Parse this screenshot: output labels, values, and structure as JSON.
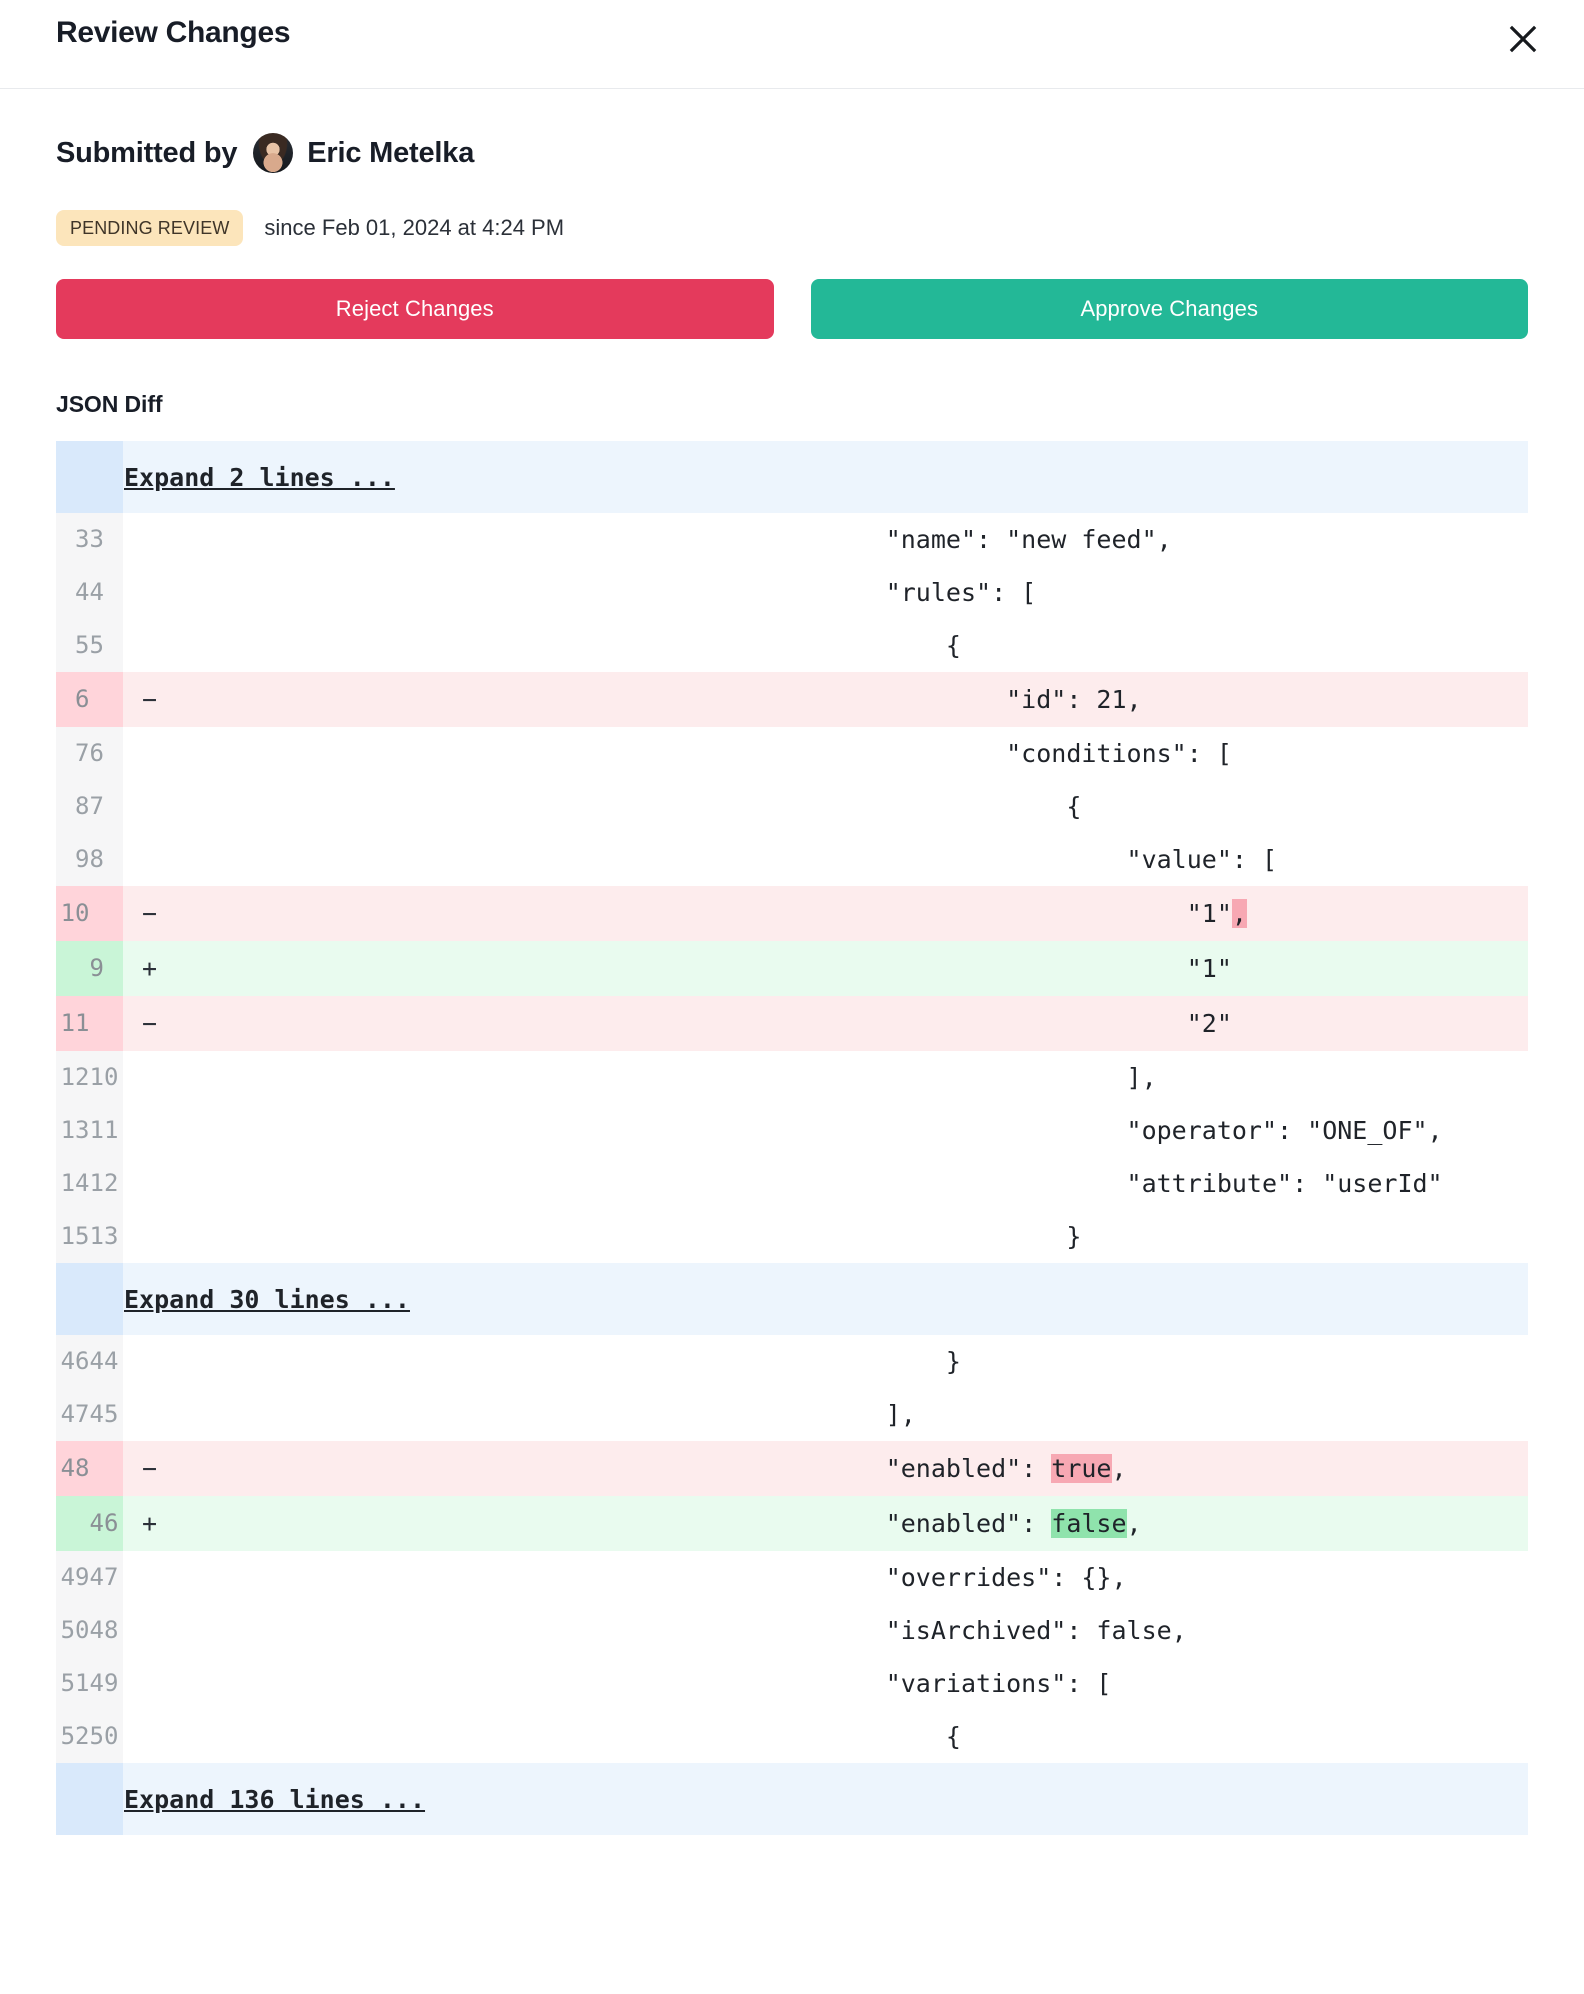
{
  "header": {
    "title": "Review Changes",
    "close_icon": "close-icon"
  },
  "submitted": {
    "label": "Submitted by",
    "name": "Eric Metelka"
  },
  "status": {
    "badge": "PENDING REVIEW",
    "since": "since Feb 01, 2024 at 4:24 PM",
    "badge_bg": "#fce5bb"
  },
  "actions": {
    "reject_label": "Reject Changes",
    "approve_label": "Approve Changes",
    "reject_color": "#e43a5c",
    "approve_color": "#23b897"
  },
  "diff_section": {
    "title": "JSON Diff"
  },
  "diff": {
    "rows": [
      {
        "type": "expand",
        "label": "Expand 2 lines ..."
      },
      {
        "type": "ctx",
        "old": "3",
        "new": "3",
        "marker": "",
        "code": "    \"name\": \"new feed\","
      },
      {
        "type": "ctx",
        "old": "4",
        "new": "4",
        "marker": "",
        "code": "    \"rules\": ["
      },
      {
        "type": "ctx",
        "old": "5",
        "new": "5",
        "marker": "",
        "code": "        {"
      },
      {
        "type": "del",
        "old": "6",
        "new": "",
        "marker": "−",
        "code": "            \"id\": 21,"
      },
      {
        "type": "ctx",
        "old": "7",
        "new": "6",
        "marker": "",
        "code": "            \"conditions\": ["
      },
      {
        "type": "ctx",
        "old": "8",
        "new": "7",
        "marker": "",
        "code": "                {"
      },
      {
        "type": "ctx",
        "old": "9",
        "new": "8",
        "marker": "",
        "code": "                    \"value\": ["
      },
      {
        "type": "del",
        "old": "10",
        "new": "",
        "marker": "−",
        "segments": [
          {
            "text": "                        \"1\"",
            "hl": ""
          },
          {
            "text": ",",
            "hl": "del"
          }
        ]
      },
      {
        "type": "add",
        "old": "",
        "new": "9",
        "marker": "+",
        "segments": [
          {
            "text": "                        \"1\"",
            "hl": ""
          }
        ]
      },
      {
        "type": "del",
        "old": "11",
        "new": "",
        "marker": "−",
        "segments": [
          {
            "text": "                        \"2\"",
            "hl": ""
          }
        ]
      },
      {
        "type": "ctx",
        "old": "12",
        "new": "10",
        "marker": "",
        "code": "                    ],"
      },
      {
        "type": "ctx",
        "old": "13",
        "new": "11",
        "marker": "",
        "code": "                    \"operator\": \"ONE_OF\","
      },
      {
        "type": "ctx",
        "old": "14",
        "new": "12",
        "marker": "",
        "code": "                    \"attribute\": \"userId\""
      },
      {
        "type": "ctx",
        "old": "15",
        "new": "13",
        "marker": "",
        "code": "                }"
      },
      {
        "type": "expand",
        "label": "Expand 30 lines ..."
      },
      {
        "type": "ctx",
        "old": "46",
        "new": "44",
        "marker": "",
        "code": "        }"
      },
      {
        "type": "ctx",
        "old": "47",
        "new": "45",
        "marker": "",
        "code": "    ],"
      },
      {
        "type": "del",
        "old": "48",
        "new": "",
        "marker": "−",
        "segments": [
          {
            "text": "    \"enabled\": ",
            "hl": ""
          },
          {
            "text": "true",
            "hl": "del"
          },
          {
            "text": ",",
            "hl": ""
          }
        ]
      },
      {
        "type": "add",
        "old": "",
        "new": "46",
        "marker": "+",
        "segments": [
          {
            "text": "    \"enabled\": ",
            "hl": ""
          },
          {
            "text": "false",
            "hl": "add"
          },
          {
            "text": ",",
            "hl": ""
          }
        ]
      },
      {
        "type": "ctx",
        "old": "49",
        "new": "47",
        "marker": "",
        "code": "    \"overrides\": {},"
      },
      {
        "type": "ctx",
        "old": "50",
        "new": "48",
        "marker": "",
        "code": "    \"isArchived\": false,"
      },
      {
        "type": "ctx",
        "old": "51",
        "new": "49",
        "marker": "",
        "code": "    \"variations\": ["
      },
      {
        "type": "ctx",
        "old": "52",
        "new": "50",
        "marker": "",
        "code": "        {"
      },
      {
        "type": "expand",
        "label": "Expand 136 lines ..."
      }
    ]
  }
}
